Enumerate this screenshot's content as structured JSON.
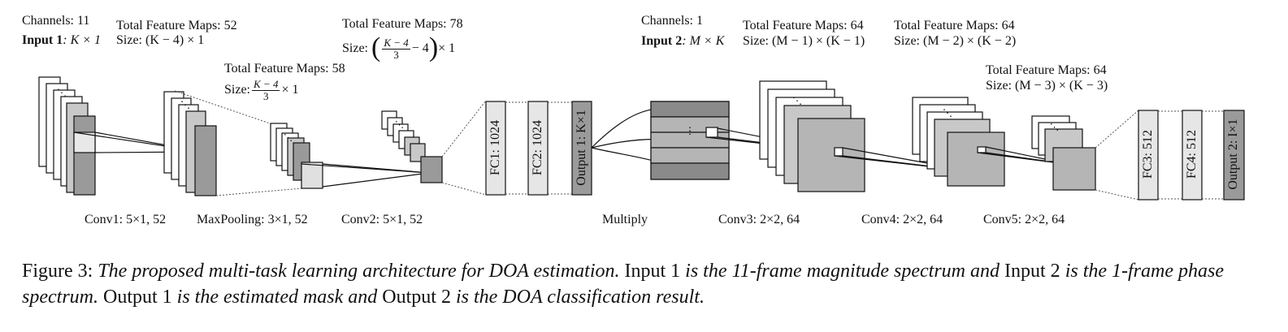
{
  "labels": {
    "channels1": "Channels: 11",
    "input1_label": "Input 1",
    "input1_dim": ": K × 1",
    "tfm52": "Total Feature Maps: 52",
    "size52": "Size: (K − 4) × 1",
    "tfm58": "Total Feature Maps: 58",
    "size58_pre": "Size:",
    "size58_num": "K − 4",
    "size58_den": "3",
    "size58_post": "× 1",
    "tfm78": "Total Feature Maps: 78",
    "size78_pre": "Size:",
    "size78_num": "K − 4",
    "size78_den": "3",
    "size78_mid": "− 4",
    "size78_post": "× 1",
    "channels2": "Channels: 1",
    "input2_label": "Input 2",
    "input2_dim": ": M × K",
    "tfm64a": "Total Feature Maps: 64",
    "size64a": "Size: (M − 1) × (K − 1)",
    "tfm64b": "Total Feature Maps: 64",
    "size64b": "Size: (M − 2) × (K − 2)",
    "tfm64c": "Total Feature Maps: 64",
    "size64c": "Size: (M − 3) × (K − 3)"
  },
  "layers": {
    "conv1": "Conv1: 5×1, 52",
    "maxpool": "MaxPooling: 3×1, 52",
    "conv2": "Conv2: 5×1, 52",
    "multiply": "Multiply",
    "conv3": "Conv3: 2×2, 64",
    "conv4": "Conv4: 2×2, 64",
    "conv5": "Conv5: 2×2, 64"
  },
  "fc": {
    "fc1": "FC1: 1024",
    "fc2": "FC2: 1024",
    "out1": "Output 1: K×1",
    "fc3": "FC3: 512",
    "fc4": "FC4: 512",
    "out2": "Output 2: I×1"
  },
  "caption": {
    "prefix": "Figure 3: ",
    "title": "The proposed multi-task learning architecture for DOA estimation.",
    "s1": " Input 1 ",
    "s2": "is the 11-frame magnitude spectrum and",
    "s3": " Input 2 ",
    "s4": "is the 1-frame phase spectrum.",
    "s5": " Output 1 ",
    "s6": "is the estimated mask and",
    "s7": " Output 2 ",
    "s8": "is the DOA classification result."
  },
  "colors": {
    "gray_dark": "#9a9a9a",
    "gray_light": "#e0e0e0",
    "gray_mid": "#b5b5b5"
  }
}
